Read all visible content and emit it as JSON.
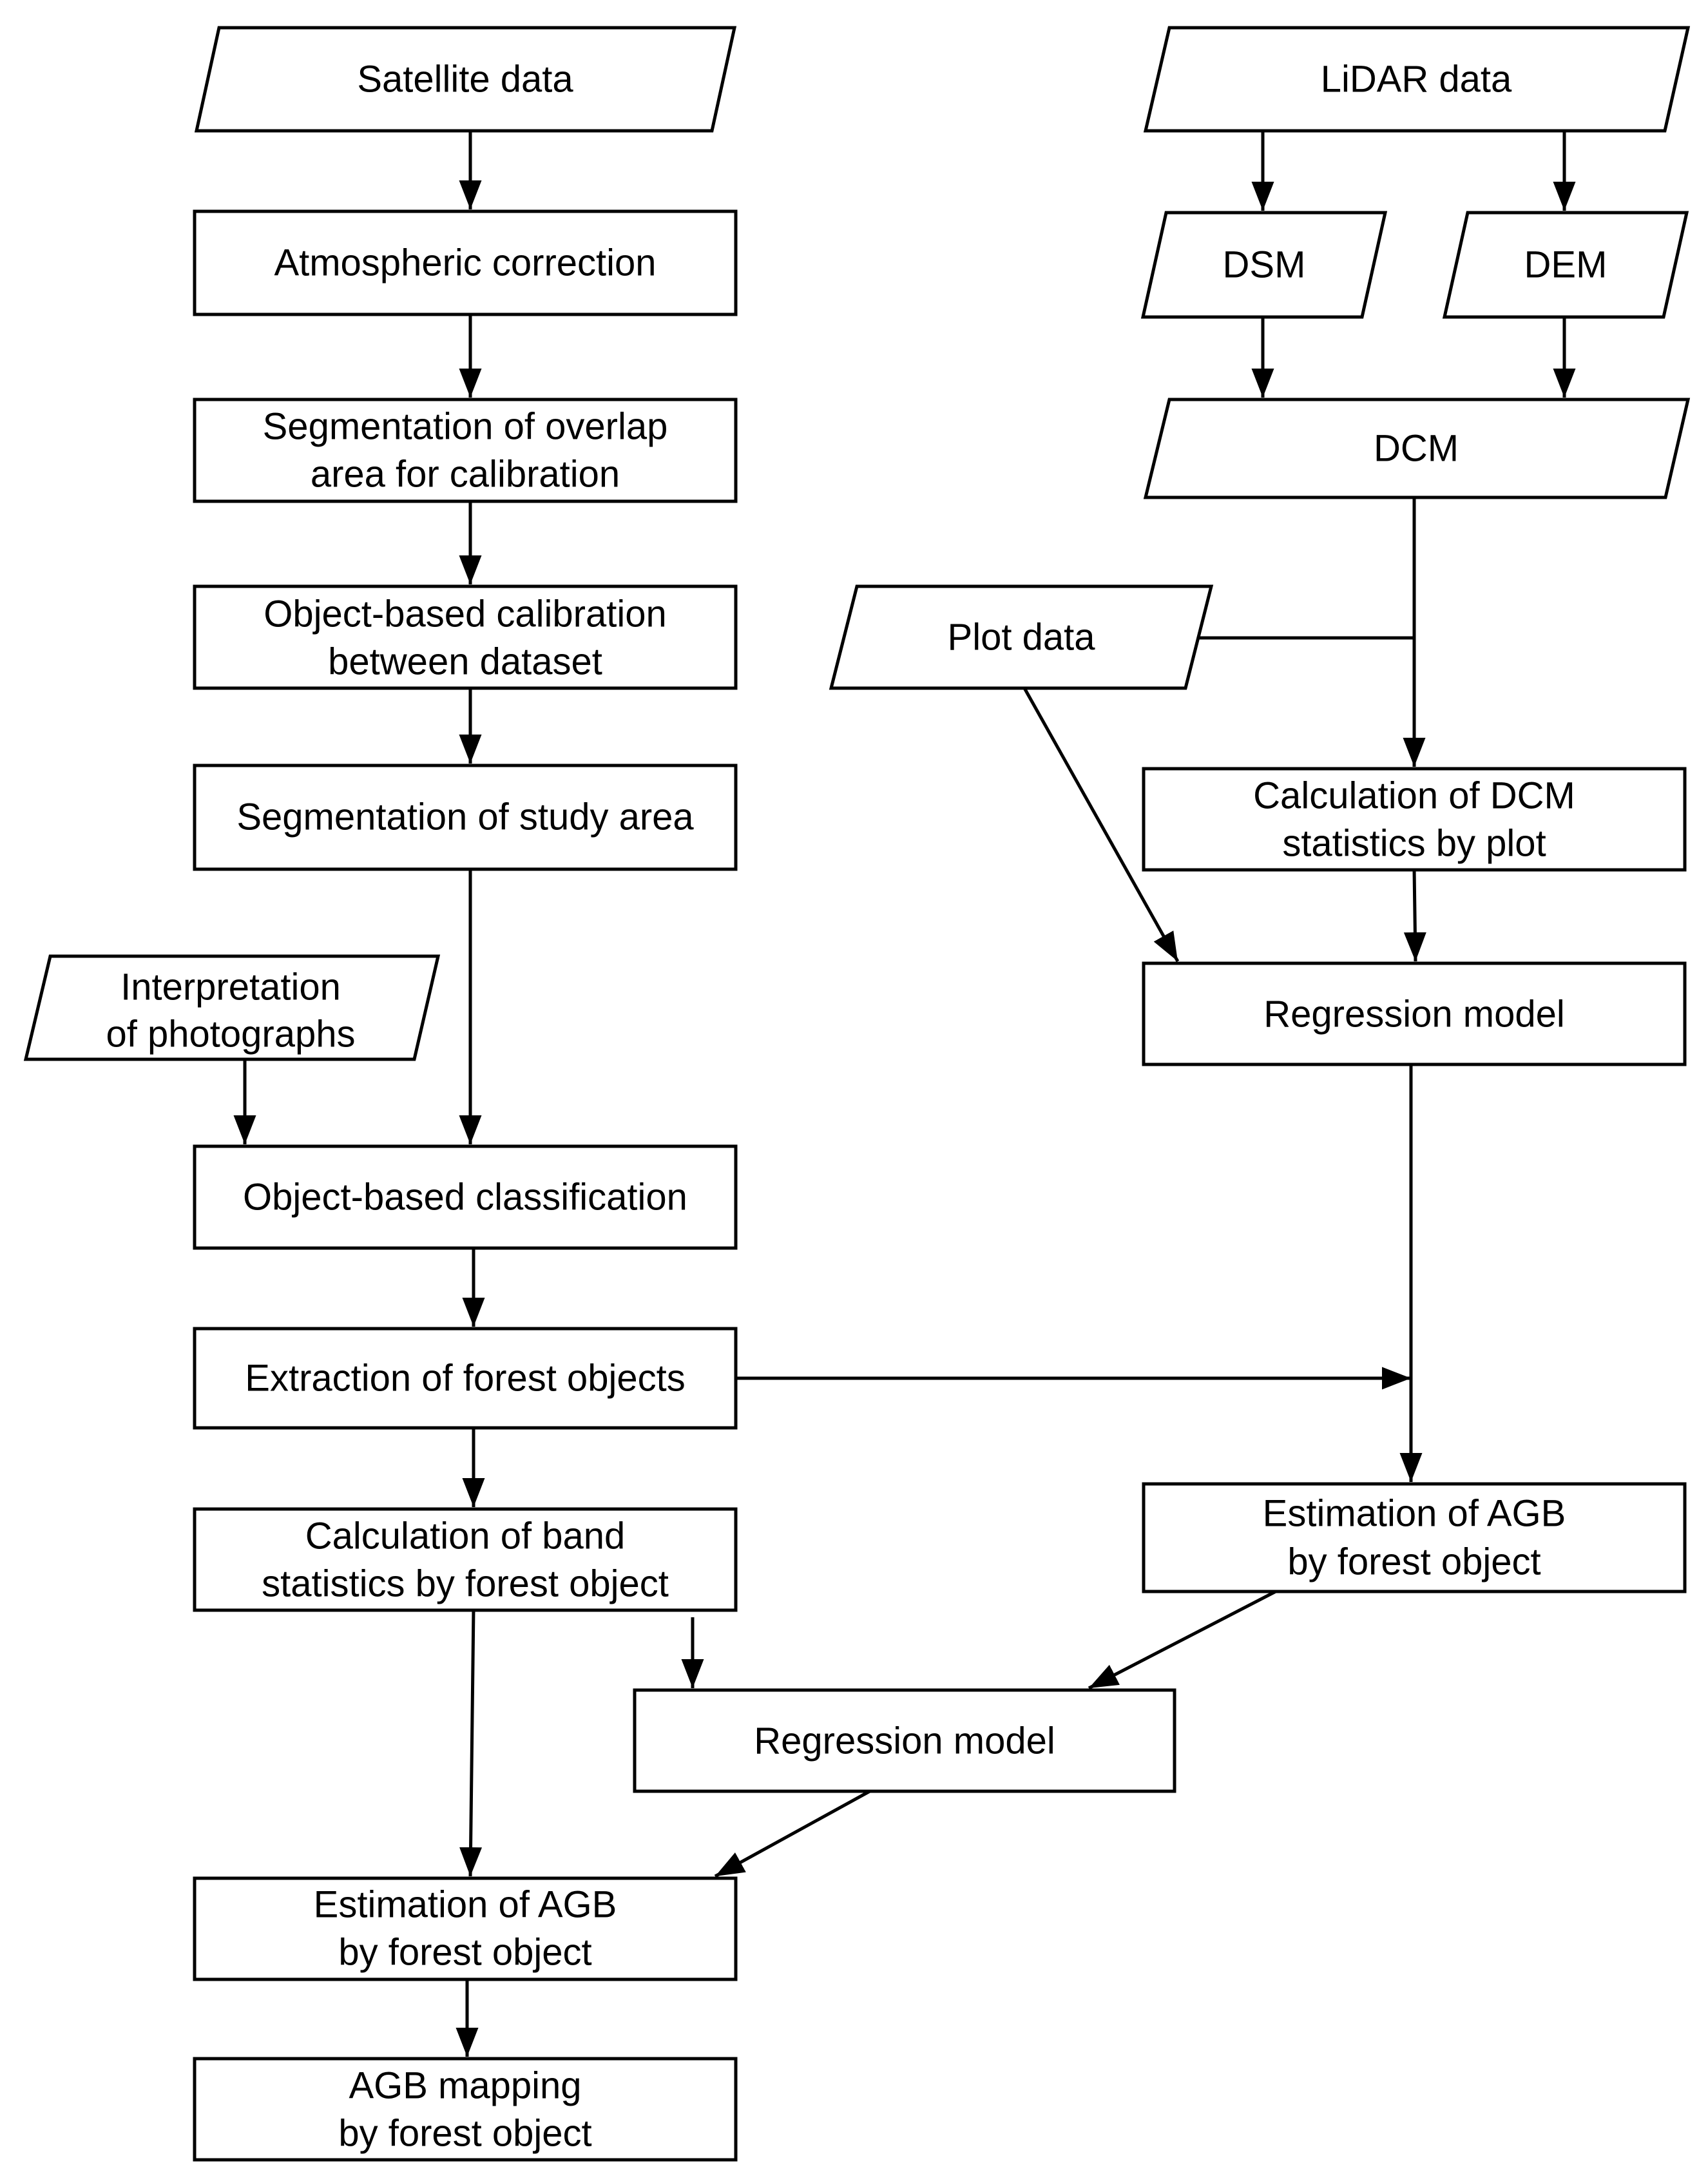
{
  "nodes": {
    "satellite_data": [
      "Satellite data"
    ],
    "atmospheric_correction": [
      "Atmospheric correction"
    ],
    "segmentation_overlap": [
      "Segmentation of overlap",
      "area for calibration"
    ],
    "object_calibration": [
      "Object-based calibration",
      "between dataset"
    ],
    "segmentation_study": [
      "Segmentation of study area"
    ],
    "interpretation_photos": [
      "Interpretation",
      "of photographs"
    ],
    "object_classification": [
      "Object-based classification"
    ],
    "extraction_forest": [
      "Extraction of forest objects"
    ],
    "band_statistics": [
      "Calculation of band",
      "statistics by forest object"
    ],
    "regression_model_bottom": [
      "Regression model"
    ],
    "estimation_agb_left": [
      "Estimation of AGB",
      "by forest object"
    ],
    "agb_mapping": [
      "AGB mapping",
      "by forest object"
    ],
    "lidar_data": [
      "LiDAR data"
    ],
    "dsm": [
      "DSM"
    ],
    "dem": [
      "DEM"
    ],
    "dcm": [
      "DCM"
    ],
    "plot_data": [
      "Plot data"
    ],
    "dcm_statistics": [
      "Calculation of DCM",
      "statistics by plot"
    ],
    "regression_model_right": [
      "Regression model"
    ],
    "estimation_agb_right": [
      "Estimation of AGB",
      "by forest object"
    ]
  }
}
